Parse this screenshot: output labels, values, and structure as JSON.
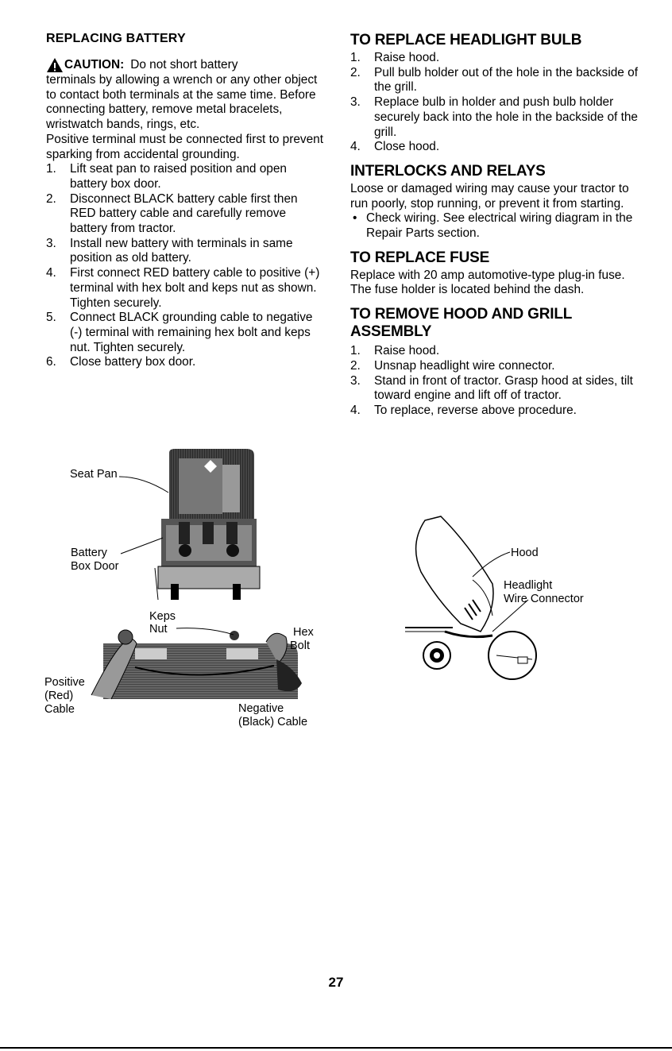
{
  "left": {
    "title": "REPLACING BATTERY",
    "caution_label": "CAUTION:",
    "caution_first": "Do not short battery",
    "caution_rest": "terminals by allowing a wrench or any other object to contact both terminals at the same time. Before connecting battery, remove metal bracelets, wristwatch bands, rings, etc.",
    "caution_note": "Positive terminal must be connected first to prevent sparking from accidental grounding.",
    "steps": [
      {
        "n": "1.",
        "t": "Lift seat pan to raised position and open battery box door."
      },
      {
        "n": "2.",
        "t": "Disconnect BLACK battery cable first then RED battery cable and carefully remove battery from tractor."
      },
      {
        "n": "3.",
        "t": "Install new battery with terminals in same position as old battery."
      },
      {
        "n": "4.",
        "t": "First connect RED battery cable to positive (+) terminal with hex bolt and keps nut as shown. Tighten securely."
      },
      {
        "n": "5.",
        "t": "Connect BLACK grounding cable to negative (-) terminal with remaining hex bolt and keps nut. Tighten securely."
      },
      {
        "n": "6.",
        "t": "Close battery box door."
      }
    ],
    "fig1": {
      "seat_pan": "Seat Pan",
      "battery_box_door_1": "Battery",
      "battery_box_door_2": "Box Door"
    },
    "fig2": {
      "keps_nut_1": "Keps",
      "keps_nut_2": "Nut",
      "hex_bolt_1": "Hex",
      "hex_bolt_2": "Bolt",
      "positive_1": "Positive",
      "positive_2": "(Red)",
      "positive_3": "Cable",
      "negative_1": "Negative",
      "negative_2": "(Black) Cable"
    }
  },
  "right": {
    "headlight_title": "TO REPLACE HEADLIGHT BULB",
    "headlight_steps": [
      {
        "n": "1.",
        "t": "Raise hood."
      },
      {
        "n": "2.",
        "t": "Pull bulb holder out of the hole in the backside of the grill."
      },
      {
        "n": "3.",
        "t": "Replace bulb in holder and push bulb holder securely back into the hole in the backside of the grill."
      },
      {
        "n": "4.",
        "t": "Close hood."
      }
    ],
    "interlocks_title": "INTERLOCKS AND RELAYS",
    "interlocks_text": "Loose or damaged wiring may cause your tractor to run poorly, stop running, or prevent it from starting.",
    "interlocks_bullet": "Check wiring. See electrical wiring diagram in the Repair Parts section.",
    "fuse_title": "TO REPLACE FUSE",
    "fuse_text": "Replace with 20 amp automotive-type plug-in fuse. The fuse holder is located behind the dash.",
    "hood_title_1": "TO REMOVE HOOD AND GRILL",
    "hood_title_2": "ASSEMBLY",
    "hood_steps": [
      {
        "n": "1.",
        "t": "Raise hood."
      },
      {
        "n": "2.",
        "t": "Unsnap headlight wire connector."
      },
      {
        "n": "3.",
        "t": "Stand in front of tractor. Grasp hood at sides, tilt toward engine and lift off of tractor."
      },
      {
        "n": "4.",
        "t": "To replace, reverse above procedure."
      }
    ],
    "fig3": {
      "hood": "Hood",
      "headlight_1": "Headlight",
      "headlight_2": "Wire Connector"
    }
  },
  "page_number": "27"
}
